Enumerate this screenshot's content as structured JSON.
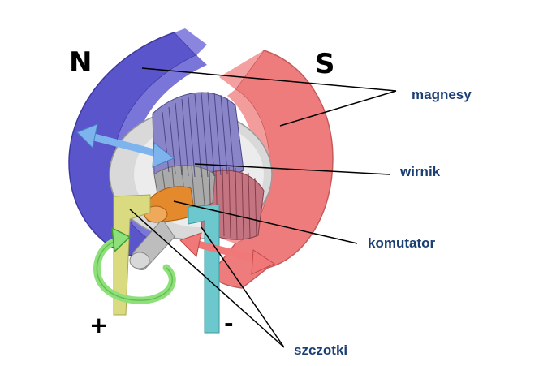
{
  "poles": {
    "north": "N",
    "south": "S"
  },
  "terminals": {
    "plus": "+",
    "minus": "-"
  },
  "labels": {
    "magnets": "magnesy",
    "rotor": "wirnik",
    "commutator": "komutator",
    "brushes": "szczotki"
  },
  "colors": {
    "label_text": "#1b3f73",
    "north_magnet": "#5b55cc",
    "south_magnet": "#ef7c7c",
    "rotor_arrow": "#7db4ee",
    "current_arrow": "#f07878",
    "rotation_arrow": "#8ee07a",
    "commutator": "#e58a2c",
    "brush_plus": "#dada80",
    "brush_minus": "#6cc8cc"
  }
}
